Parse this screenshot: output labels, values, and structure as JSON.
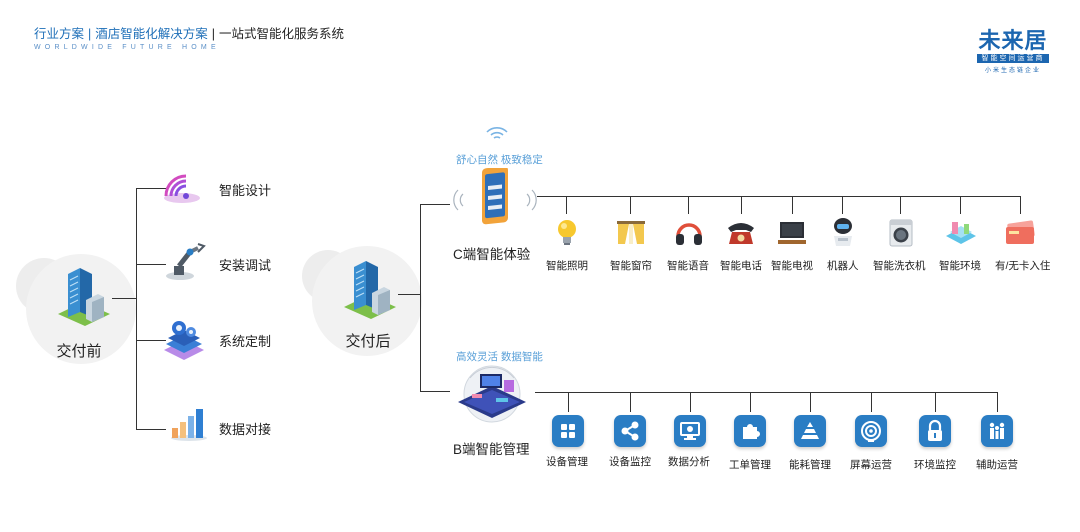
{
  "header": {
    "crumb1": "行业方案",
    "crumb2": "酒店智能化解决方案",
    "crumb3": "一站式智能化服务系统",
    "subtitle": "WORLDWIDE FUTURE HOME"
  },
  "logo": {
    "name": "未来居",
    "band": "智能空间运营商",
    "slogan": "小米生态链企业"
  },
  "before": {
    "label": "交付前",
    "items": [
      {
        "label": "智能设计",
        "icon": "wifi-signal-icon"
      },
      {
        "label": "安装调试",
        "icon": "robot-arm-icon"
      },
      {
        "label": "系统定制",
        "icon": "gear-stack-icon"
      },
      {
        "label": "数据对接",
        "icon": "bar-chart-icon"
      }
    ]
  },
  "after": {
    "label": "交付后",
    "c_end": {
      "label": "C端智能体验",
      "tagline": "舒心自然   极致稳定",
      "items": [
        {
          "label": "智能照明",
          "icon": "light-bulb-icon"
        },
        {
          "label": "智能窗帘",
          "icon": "curtain-icon"
        },
        {
          "label": "智能语音",
          "icon": "headphones-icon"
        },
        {
          "label": "智能电话",
          "icon": "telephone-icon"
        },
        {
          "label": "智能电视",
          "icon": "tv-icon"
        },
        {
          "label": "机器人",
          "icon": "robot-icon"
        },
        {
          "label": "智能洗衣机",
          "icon": "washing-machine-icon"
        },
        {
          "label": "智能环境",
          "icon": "environment-icon"
        },
        {
          "label": "有/无卡入住",
          "icon": "room-card-icon"
        }
      ]
    },
    "b_end": {
      "label": "B端智能管理",
      "tagline": "高效灵活   数据智能",
      "items": [
        {
          "label": "设备管理",
          "icon": "grid-icon"
        },
        {
          "label": "设备监控",
          "icon": "share-icon"
        },
        {
          "label": "数据分析",
          "icon": "monitor-icon"
        },
        {
          "label": "工单管理",
          "icon": "puzzle-icon"
        },
        {
          "label": "能耗管理",
          "icon": "pyramid-icon"
        },
        {
          "label": "屏幕运营",
          "icon": "target-icon"
        },
        {
          "label": "环境监控",
          "icon": "lock-icon"
        },
        {
          "label": "辅助运营",
          "icon": "people-icon"
        }
      ]
    }
  },
  "colors": {
    "brand_blue": "#1c66b0",
    "tile_blue": "#2a7dc4",
    "tagline_blue": "#5aa0d8",
    "line": "#333333"
  }
}
